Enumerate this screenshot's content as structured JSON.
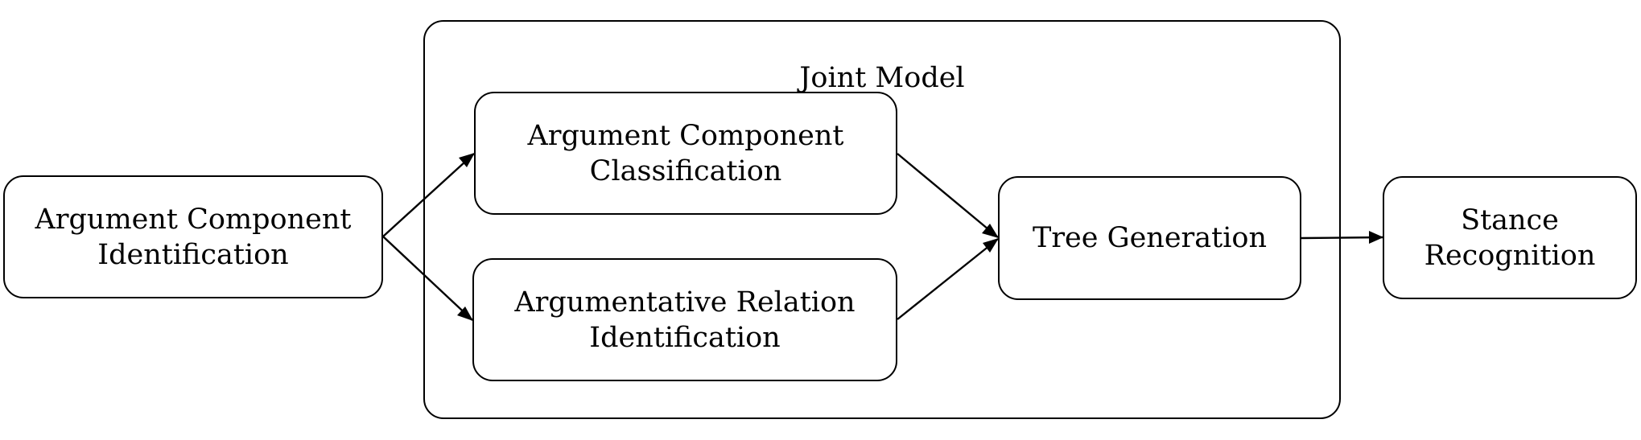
{
  "diagram": {
    "group": {
      "title": "Joint Model"
    },
    "nodes": {
      "identification": {
        "label": "Argument Component\nIdentification"
      },
      "classification": {
        "label": "Argument Component\nClassification"
      },
      "relation": {
        "label": "Argumentative Relation\nIdentification"
      },
      "tree": {
        "label": "Tree Generation"
      },
      "stance": {
        "label": "Stance\nRecognition"
      }
    },
    "edges": [
      {
        "from": "Argument Component Identification",
        "to": "Argument Component Classification"
      },
      {
        "from": "Argument Component Identification",
        "to": "Argumentative Relation Identification"
      },
      {
        "from": "Argument Component Classification",
        "to": "Tree Generation"
      },
      {
        "from": "Argumentative Relation Identification",
        "to": "Tree Generation"
      },
      {
        "from": "Tree Generation",
        "to": "Stance Recognition"
      }
    ],
    "colors": {
      "stroke": "#000000",
      "background": "#ffffff"
    }
  }
}
